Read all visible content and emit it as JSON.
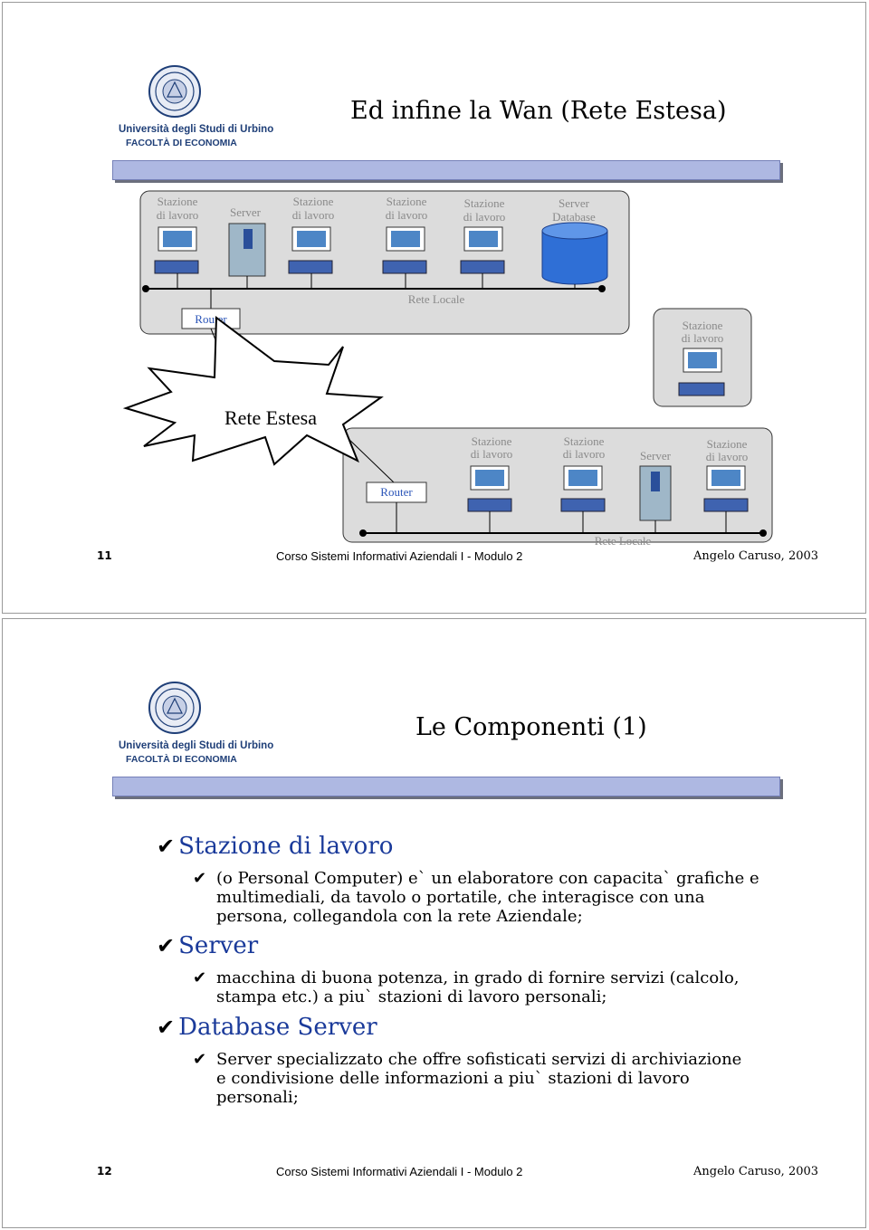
{
  "logo": {
    "university": "Università degli Studi di Urbino",
    "faculty": "FACOLTÀ DI ECONOMIA"
  },
  "slide1": {
    "title": "Ed infine la Wan (Rete Estesa)",
    "lan1": {
      "nodes": [
        {
          "line1": "Stazione",
          "line2": "di lavoro"
        },
        {
          "line1": "Server",
          "line2": ""
        },
        {
          "line1": "Stazione",
          "line2": "di lavoro"
        },
        {
          "line1": "Stazione",
          "line2": "di lavoro"
        },
        {
          "line1": "Stazione",
          "line2": "di lavoro"
        },
        {
          "line1": "Server",
          "line2": "Database"
        }
      ],
      "network_label": "Rete Locale",
      "router_label": "Router",
      "extra_node": {
        "line1": "Stazione",
        "line2": "di lavoro"
      }
    },
    "wan_label": "Rete Estesa",
    "lan2": {
      "nodes": [
        {
          "line1": "Stazione",
          "line2": "di lavoro"
        },
        {
          "line1": "Stazione",
          "line2": "di lavoro"
        },
        {
          "line1": "Server",
          "line2": ""
        },
        {
          "line1": "Stazione",
          "line2": "di lavoro"
        }
      ],
      "router_label": "Router",
      "network_label": "Rete Locale"
    },
    "footer": {
      "page": "11",
      "course": "Corso Sistemi Informativi Aziendali I - Modulo 2",
      "author": "Angelo Caruso, 2003"
    }
  },
  "slide2": {
    "title": "Le Componenti (1)",
    "items": [
      {
        "heading": "Stazione di lavoro",
        "lines": [
          "(o Personal Computer) e` un elaboratore con capacita` grafiche e",
          "multimediali, da tavolo o portatile, che interagisce con una",
          "persona, collegandola con la rete Aziendale;"
        ]
      },
      {
        "heading": "Server",
        "lines": [
          "macchina di buona potenza, in grado di fornire servizi (calcolo,",
          "stampa etc.) a piu` stazioni di lavoro personali;"
        ]
      },
      {
        "heading": "Database Server",
        "lines": [
          "Server specializzato che offre sofisticati servizi di archiviazione",
          "e condivisione delle informazioni a piu` stazioni di lavoro",
          "personali;"
        ]
      }
    ],
    "footer": {
      "page": "12",
      "course": "Corso Sistemi Informativi Aziendali I - Modulo 2",
      "author": "Angelo Caruso, 2003"
    }
  }
}
